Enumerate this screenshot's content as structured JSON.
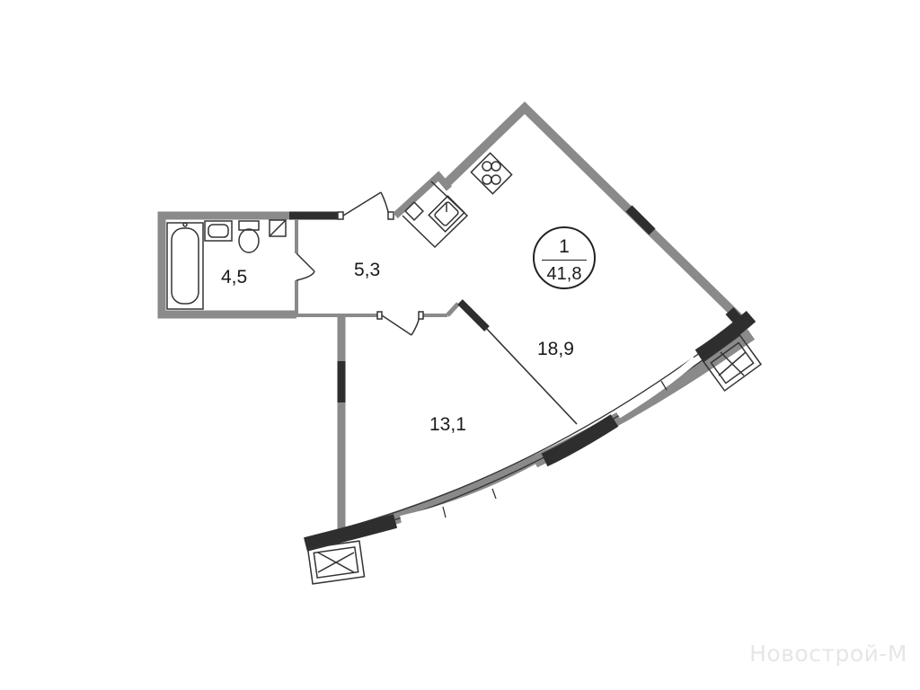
{
  "rooms": {
    "bathroom_area": "4,5",
    "hall_area": "5,3",
    "living_area": "18,9",
    "bedroom_area": "13,1"
  },
  "badge": {
    "room_count": "1",
    "total_area": "41,8"
  },
  "watermark": "Новострой-М",
  "colors": {
    "wall": "#8a8a8a",
    "wall_dark": "#2e2e2e",
    "line": "#333333"
  }
}
